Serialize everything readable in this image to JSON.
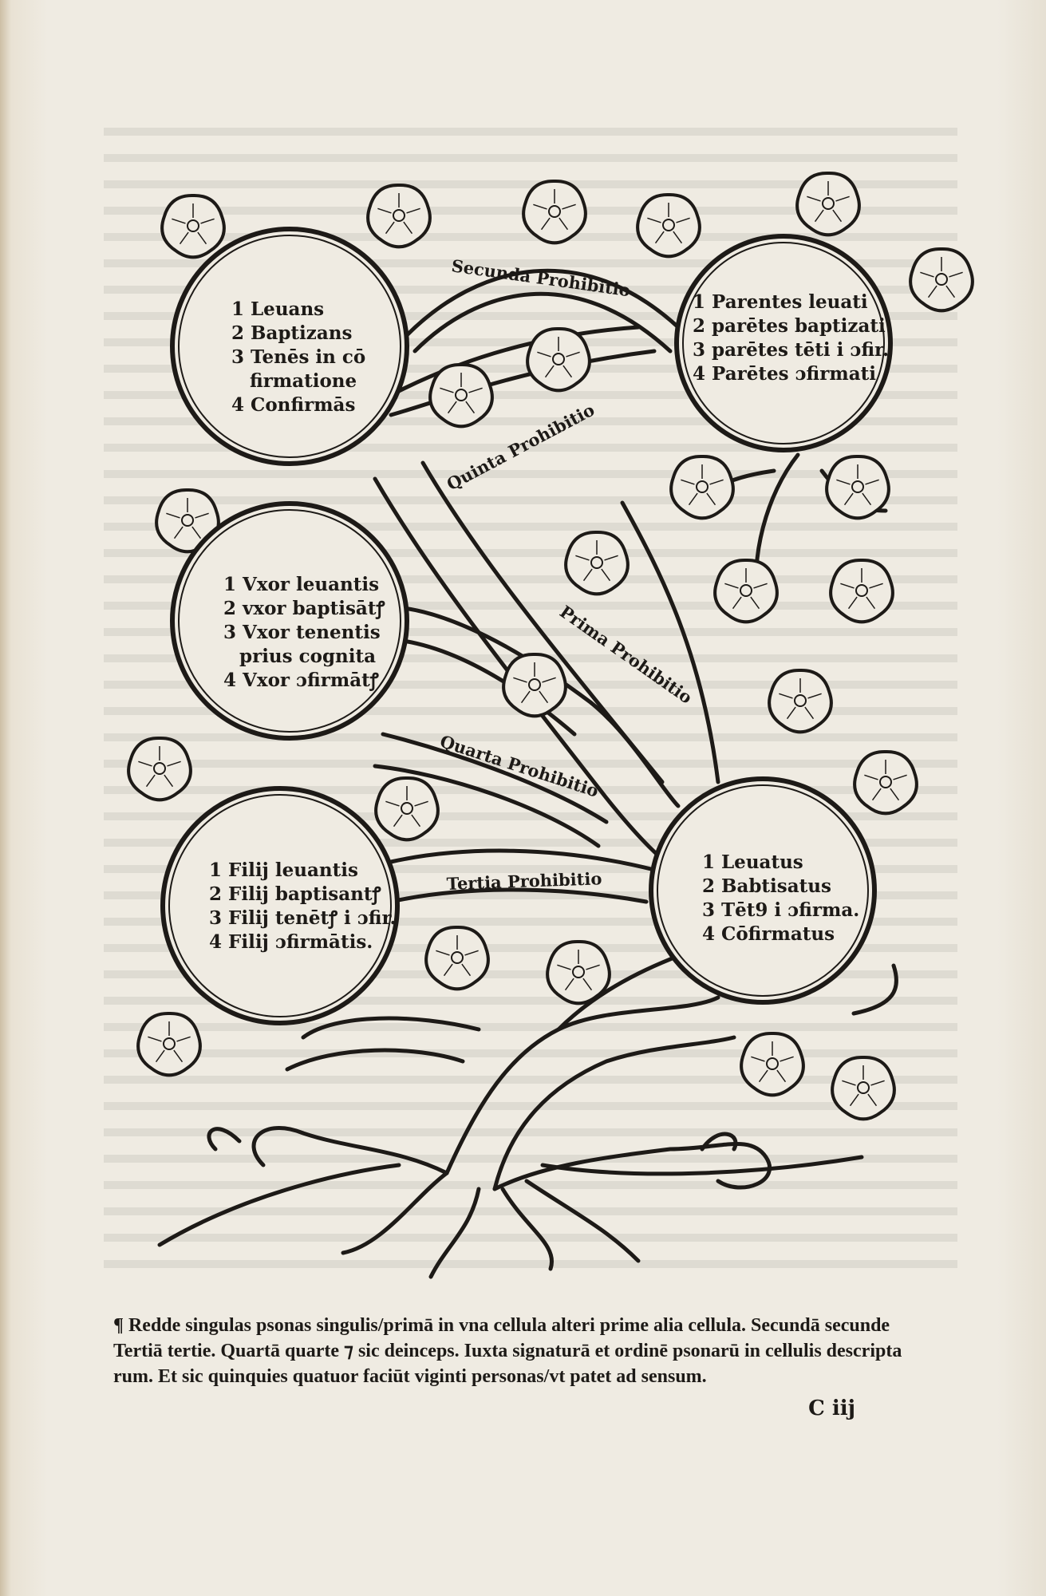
{
  "circles": {
    "top_left": [
      "1 Leuans",
      "2 Baptizans",
      "3 Tenēs in cō",
      "firmatione",
      "4 Confirmās"
    ],
    "top_right": [
      "1 Parentes leuati",
      "2 parētes baptizati",
      "3 parētes tēti i ɔfir.",
      "4 Parētes ɔfirmati"
    ],
    "middle_left": [
      "1 Vxor leuantis",
      "2 vxor baptisātꝭ",
      "3 Vxor tenentis",
      "prius cognita",
      "4 Vxor ɔfirmātꝭ"
    ],
    "bottom_left": [
      "1 Filij leuantis",
      "2 Filij baptisantꝭ",
      "3 Filij tenētꝭ i ɔfir.",
      "4 Filij ɔfirmātis."
    ],
    "bottom_right": [
      "1 Leuatus",
      "2 Babtisatus",
      "3 Tēt9 i ɔfirma.",
      "4 Cōfirmatus"
    ]
  },
  "banners": {
    "secunda": "Secunda Prohibitio",
    "quinta": "Quinta Prohibitio",
    "prima": "Prima Prohibitio",
    "quarta": "Quarta Prohibitio",
    "tertia": "Tertia Prohibitio"
  },
  "footer": {
    "lines": [
      "¶ Redde singulas psonas singulis/primā in vna cellula alteri prime alia cellula. Secundā secunde",
      "Tertiā tertie. Quartā quarte ⁊ sic deinceps. Iuxta signaturā et ordinē psonarū in cellulis descripta",
      "rum. Et sic quinquies quatuor faciūt viginti personas/vt patet ad sensum."
    ],
    "signature": "C iij"
  },
  "colors": {
    "ink": "#1d1a17",
    "paper": "#efebe2"
  }
}
